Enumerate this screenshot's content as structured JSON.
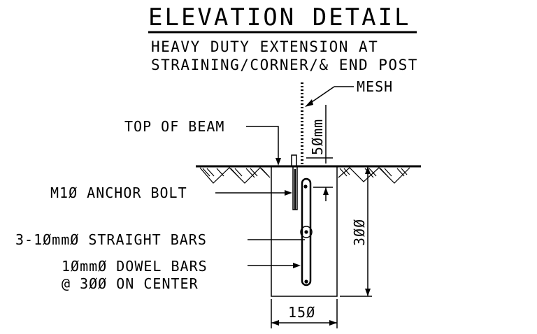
{
  "title": "ELEVATION DETAIL",
  "subtitle_line1": "HEAVY DUTY EXTENSION AT",
  "subtitle_line2": "STRAINING/CORNER/& END POST",
  "labels": {
    "mesh": "MESH",
    "top_of_beam": "TOP OF BEAM",
    "anchor_bolt": "M1Ø ANCHOR BOLT",
    "straight_bars": "3-1ØmmØ STRAIGHT BARS",
    "dowel_bars_line1": "1ØmmØ DOWEL BARS",
    "dowel_bars_line2": "@ 3ØØ ON CENTER"
  },
  "dimensions": {
    "mesh_offset": "5Ømm",
    "depth": "3ØØ",
    "width": "15Ø"
  }
}
